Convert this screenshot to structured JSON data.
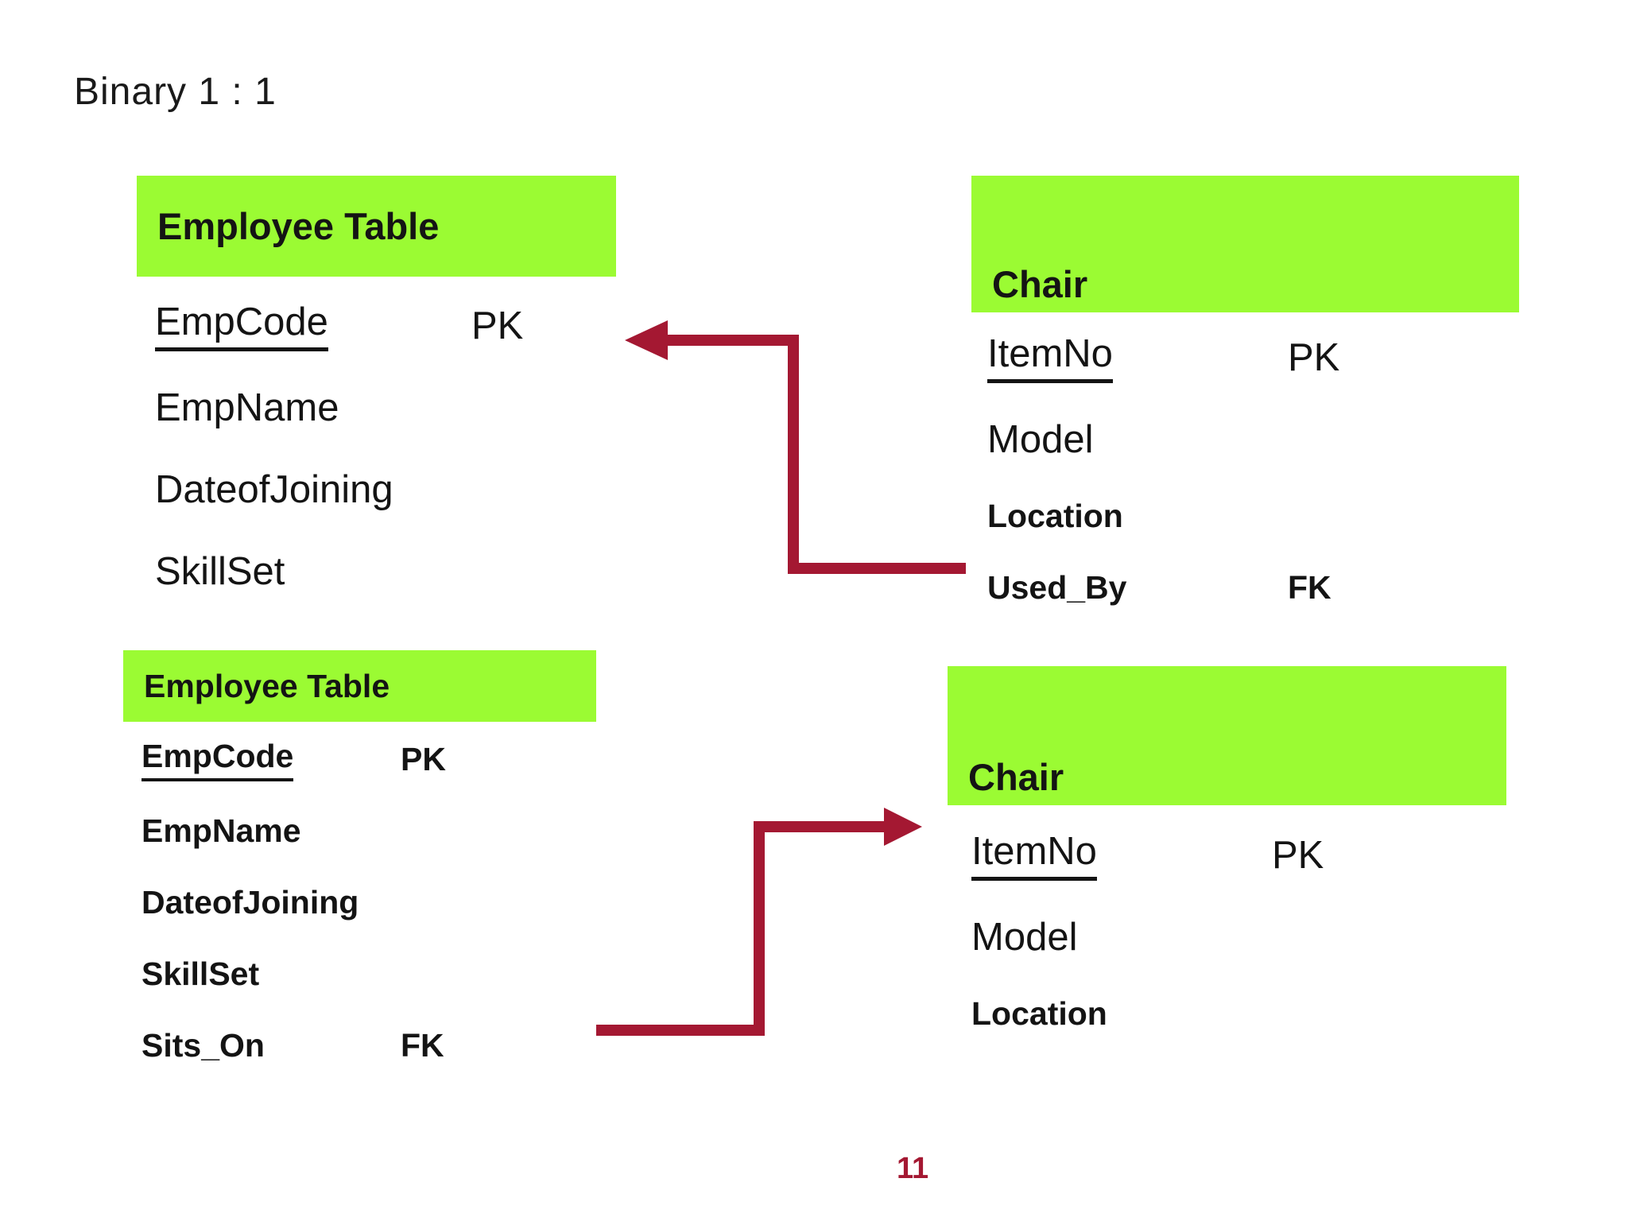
{
  "title": "Binary 1 : 1",
  "page_number": "11",
  "colors": {
    "header_green": "#9BFB33",
    "arrow_red": "#A41832",
    "text_black": "#141414"
  },
  "tables": {
    "top_left": {
      "header": "Employee Table",
      "fields": [
        {
          "name": "EmpCode",
          "key": "PK",
          "underline": true,
          "bold": false
        },
        {
          "name": "EmpName",
          "bold": false
        },
        {
          "name": "DateofJoining",
          "bold": false
        },
        {
          "name": "SkillSet",
          "bold": false
        }
      ]
    },
    "top_right": {
      "header": "Chair",
      "fields": [
        {
          "name": "ItemNo",
          "key": "PK",
          "underline": true,
          "bold": false
        },
        {
          "name": "Model",
          "bold": false
        },
        {
          "name": "Location",
          "bold": true
        },
        {
          "name": "Used_By",
          "key": "FK",
          "bold": true
        }
      ]
    },
    "bottom_left": {
      "header": "Employee Table",
      "fields": [
        {
          "name": "EmpCode",
          "key": "PK",
          "underline": true,
          "bold": true
        },
        {
          "name": "EmpName",
          "bold": true
        },
        {
          "name": "DateofJoining",
          "bold": true
        },
        {
          "name": "SkillSet",
          "bold": true
        },
        {
          "name": "Sits_On",
          "key": "FK",
          "bold": true
        }
      ]
    },
    "bottom_right": {
      "header": "Chair",
      "fields": [
        {
          "name": "ItemNo",
          "key": "PK",
          "underline": true,
          "bold": false
        },
        {
          "name": "Model",
          "bold": false
        },
        {
          "name": "Location",
          "bold": true
        }
      ]
    }
  },
  "relationships": [
    {
      "from": "Chair.Used_By",
      "to": "Employee Table.EmpCode"
    },
    {
      "from": "Employee Table.Sits_On",
      "to": "Chair.ItemNo"
    }
  ]
}
